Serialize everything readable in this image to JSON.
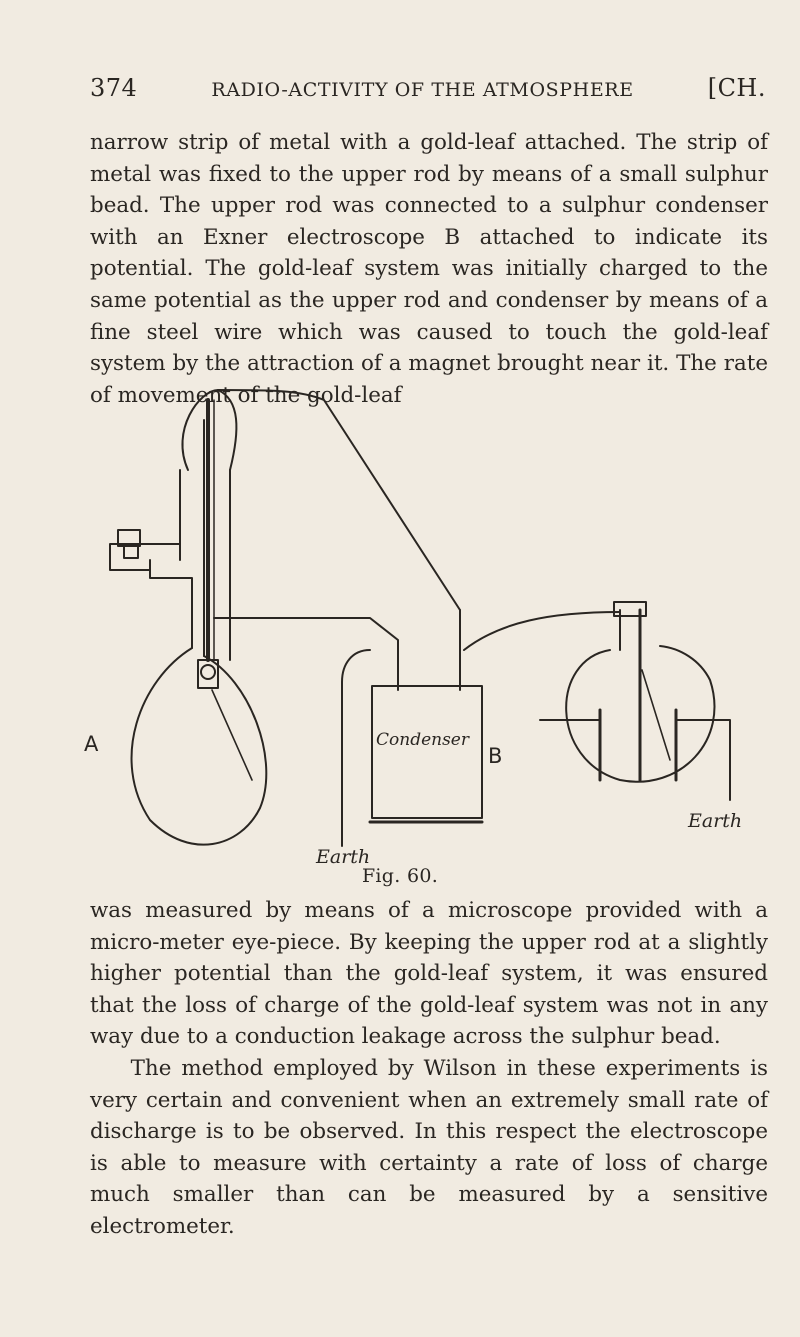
{
  "header": {
    "page_number": "374",
    "running_head": "RADIO-ACTIVITY OF THE ATMOSPHERE",
    "chapter_mark": "[CH."
  },
  "paragraphs_top": [
    "narrow strip of metal with a gold-leaf attached. The strip of metal was fixed to the upper rod by means of a small sulphur bead. The upper rod was connected to a sulphur condenser with an Exner electroscope B attached to indicate its potential. The gold-leaf system was initially charged to the same potential as the upper rod and condenser by means of a fine steel wire which was caused to touch the gold-leaf system by the attraction of a magnet brought near it. The rate of movement of the gold-leaf"
  ],
  "figure": {
    "label_a": "A",
    "label_b": "B",
    "label_condenser": "Condenser",
    "label_earth_left": "Earth",
    "label_earth_right": "Earth",
    "caption": "Fig. 60."
  },
  "paragraphs_bottom": [
    "was measured by means of a microscope provided with a micro-meter eye-piece. By keeping the upper rod at a slightly higher potential than the gold-leaf system, it was ensured that the loss of charge of the gold-leaf system was not in any way due to a conduction leakage across the sulphur bead.",
    "The method employed by Wilson in these experiments is very certain and convenient when an extremely small rate of discharge is to be observed. In this respect the electroscope is able to measure with certainty a rate of loss of charge much smaller than can be measured by a sensitive electrometer."
  ]
}
